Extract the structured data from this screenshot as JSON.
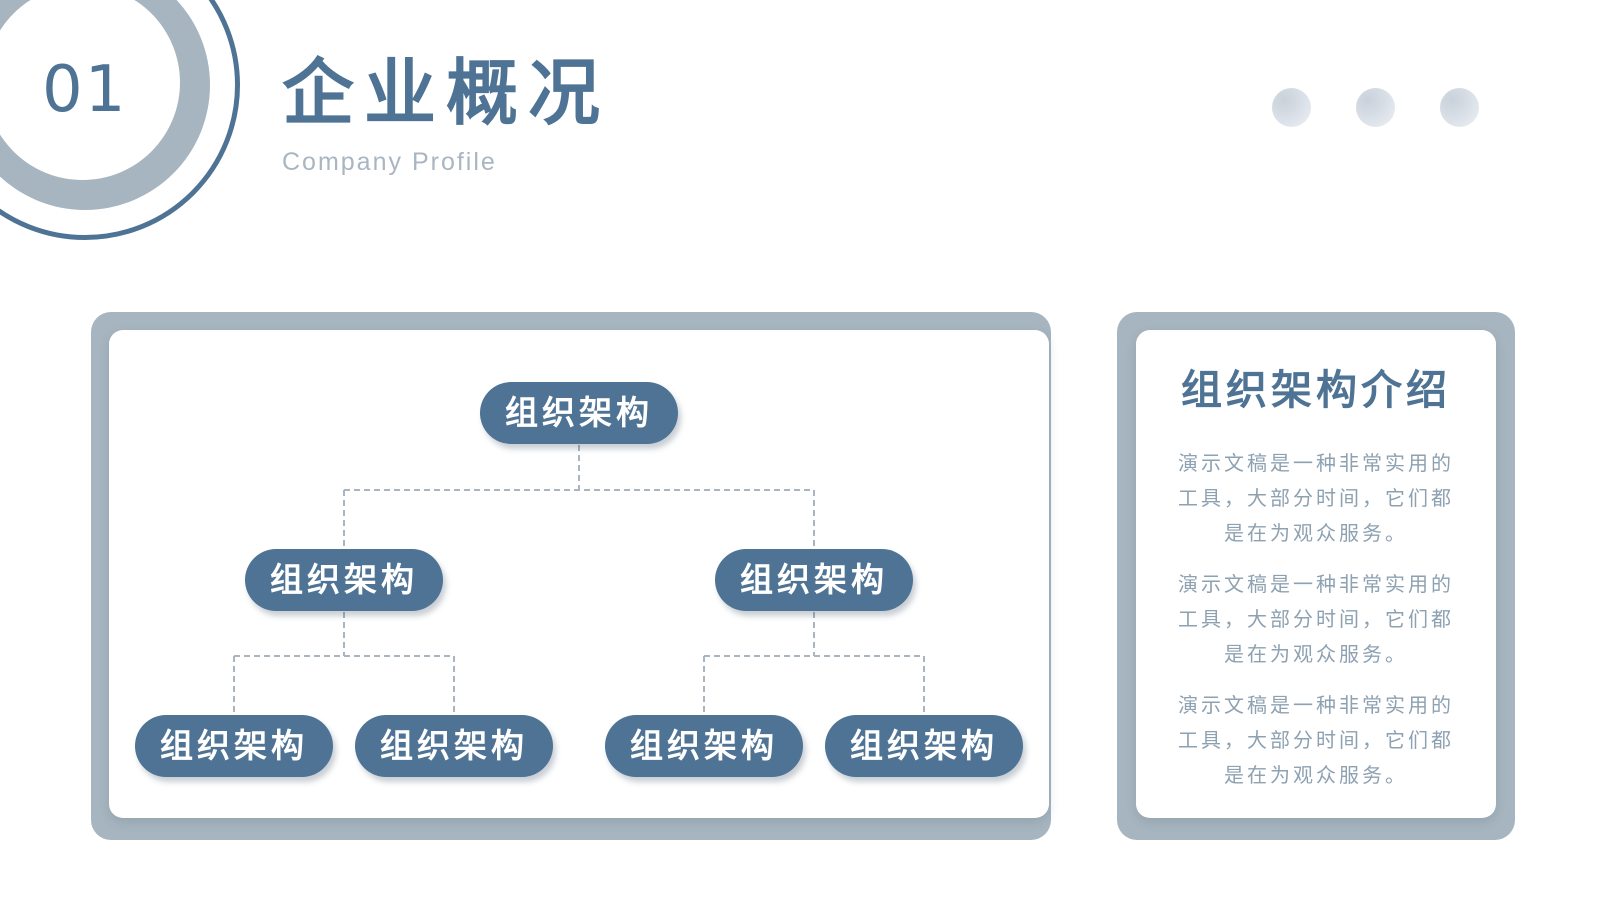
{
  "header": {
    "number": "01",
    "title": "企业概况",
    "subtitle": "Company Profile"
  },
  "colors": {
    "primary": "#4e7394",
    "panel_frame": "#a6b5bf",
    "subtitle": "#a9b6c1",
    "body_text": "#8ea1b1",
    "connector": "#a9b6c1"
  },
  "org_chart": {
    "root": "组织架构",
    "level2": [
      "组织架构",
      "组织架构"
    ],
    "level3": [
      "组织架构",
      "组织架构",
      "组织架构",
      "组织架构"
    ]
  },
  "intro": {
    "title": "组织架构介绍",
    "paragraphs": [
      "演示文稿是一种非常实用的工具，大部分时间，它们都是在为观众服务。",
      "演示文稿是一种非常实用的工具，大部分时间，它们都是在为观众服务。",
      "演示文稿是一种非常实用的工具，大部分时间，它们都是在为观众服务。"
    ]
  }
}
